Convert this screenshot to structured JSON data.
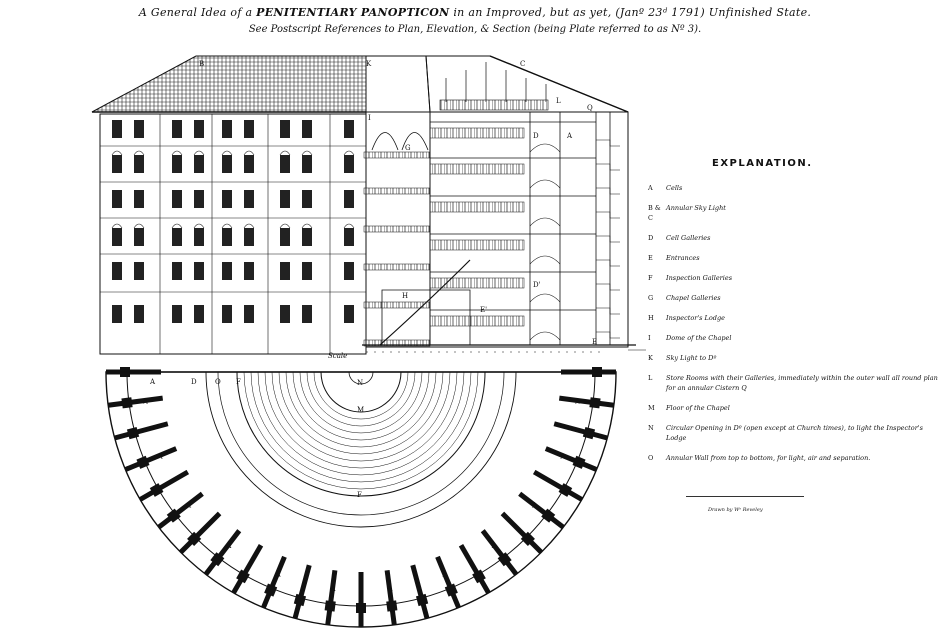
{
  "header": {
    "title_pre": "A General Idea of a ",
    "title_strong": "PENITENTIARY PANOPTICON",
    "title_post": " in an Improved, but as yet, (Janº 23ᵈ 1791) Unfinished State.",
    "subtitle": "See Postscript References to Plan, Elevation, & Section (being Plate referred to as Nº 3)."
  },
  "explanation": {
    "heading": "EXPLANATION.",
    "items": [
      {
        "key": "A",
        "text": "Cells"
      },
      {
        "key": "B & C",
        "text": "Annular Sky Light"
      },
      {
        "key": "D",
        "text": "Cell Galleries"
      },
      {
        "key": "E",
        "text": "Entrances"
      },
      {
        "key": "F",
        "text": "Inspection Galleries"
      },
      {
        "key": "G",
        "text": "Chapel Galleries"
      },
      {
        "key": "H",
        "text": "Inspector's Lodge"
      },
      {
        "key": "I",
        "text": "Dome of the Chapel"
      },
      {
        "key": "K",
        "text": "Sky Light to Dº"
      },
      {
        "key": "L",
        "text": "Store Rooms with their Galleries, immediately within the outer wall all round plan for an annular Cistern Q"
      },
      {
        "key": "M",
        "text": "Floor of the Chapel"
      },
      {
        "key": "N",
        "text": "Circular Opening in Dº (open except at Church times), to light the Inspector's Lodge"
      },
      {
        "key": "O",
        "text": "Annular Wall from top to bottom, for light, air and separation."
      }
    ],
    "signature": "Drawn by Wᵉ Reveley"
  },
  "labels": {
    "elevation": [
      "B",
      "K",
      "C",
      "I",
      "G",
      "D",
      "A",
      "H",
      "E",
      "L",
      "Q",
      "D'",
      "E'",
      "Scale"
    ],
    "plan": [
      "A",
      "D",
      "O",
      "F",
      "N",
      "M",
      "F"
    ]
  }
}
